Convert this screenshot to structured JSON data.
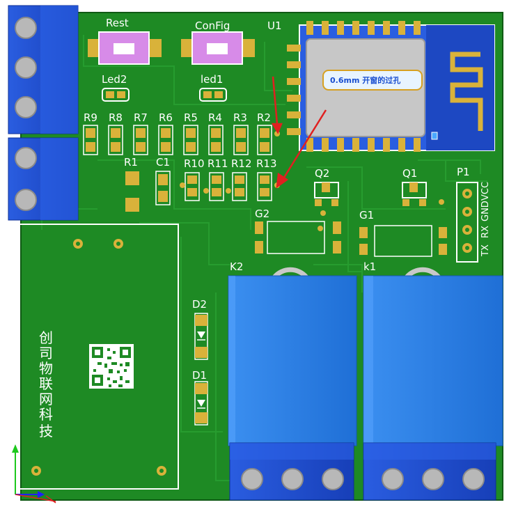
{
  "board": {
    "switches": {
      "rest": "Rest",
      "config": "ConFig"
    },
    "leds": {
      "led2": "Led2",
      "led1": "led1"
    },
    "module": "U1",
    "resistors_row1": [
      "R9",
      "R8",
      "R7",
      "R6",
      "R5",
      "R4",
      "R3",
      "R2"
    ],
    "resistors_row2": [
      "R1",
      "C1",
      "R10",
      "R11",
      "R12",
      "R13"
    ],
    "transistors": {
      "q2": "Q2",
      "q1": "Q1"
    },
    "regulators": {
      "g2": "G2",
      "g1": "G1"
    },
    "header": {
      "label": "P1",
      "pins": [
        "VCC",
        "GND",
        "RX",
        "TX"
      ]
    },
    "relays": {
      "k2": "K2",
      "k1": "k1"
    },
    "diodes": {
      "d2": "D2",
      "d1": "D1"
    },
    "vertical_text": [
      "创",
      "司",
      "物",
      "联",
      "网",
      "科",
      "技"
    ]
  },
  "annotation": {
    "text": "0.6mm 开窗的过孔"
  },
  "colors": {
    "board": "#1e8a24",
    "board_dark": "#187a1e",
    "trace": "#2a9e30",
    "pad": "#d9b23a",
    "terminal": "#1d4fd6",
    "relay": "#2a7fe0",
    "button": "#d78be8",
    "arrow": "#e02020",
    "note_bg": "#e8f4ff"
  }
}
